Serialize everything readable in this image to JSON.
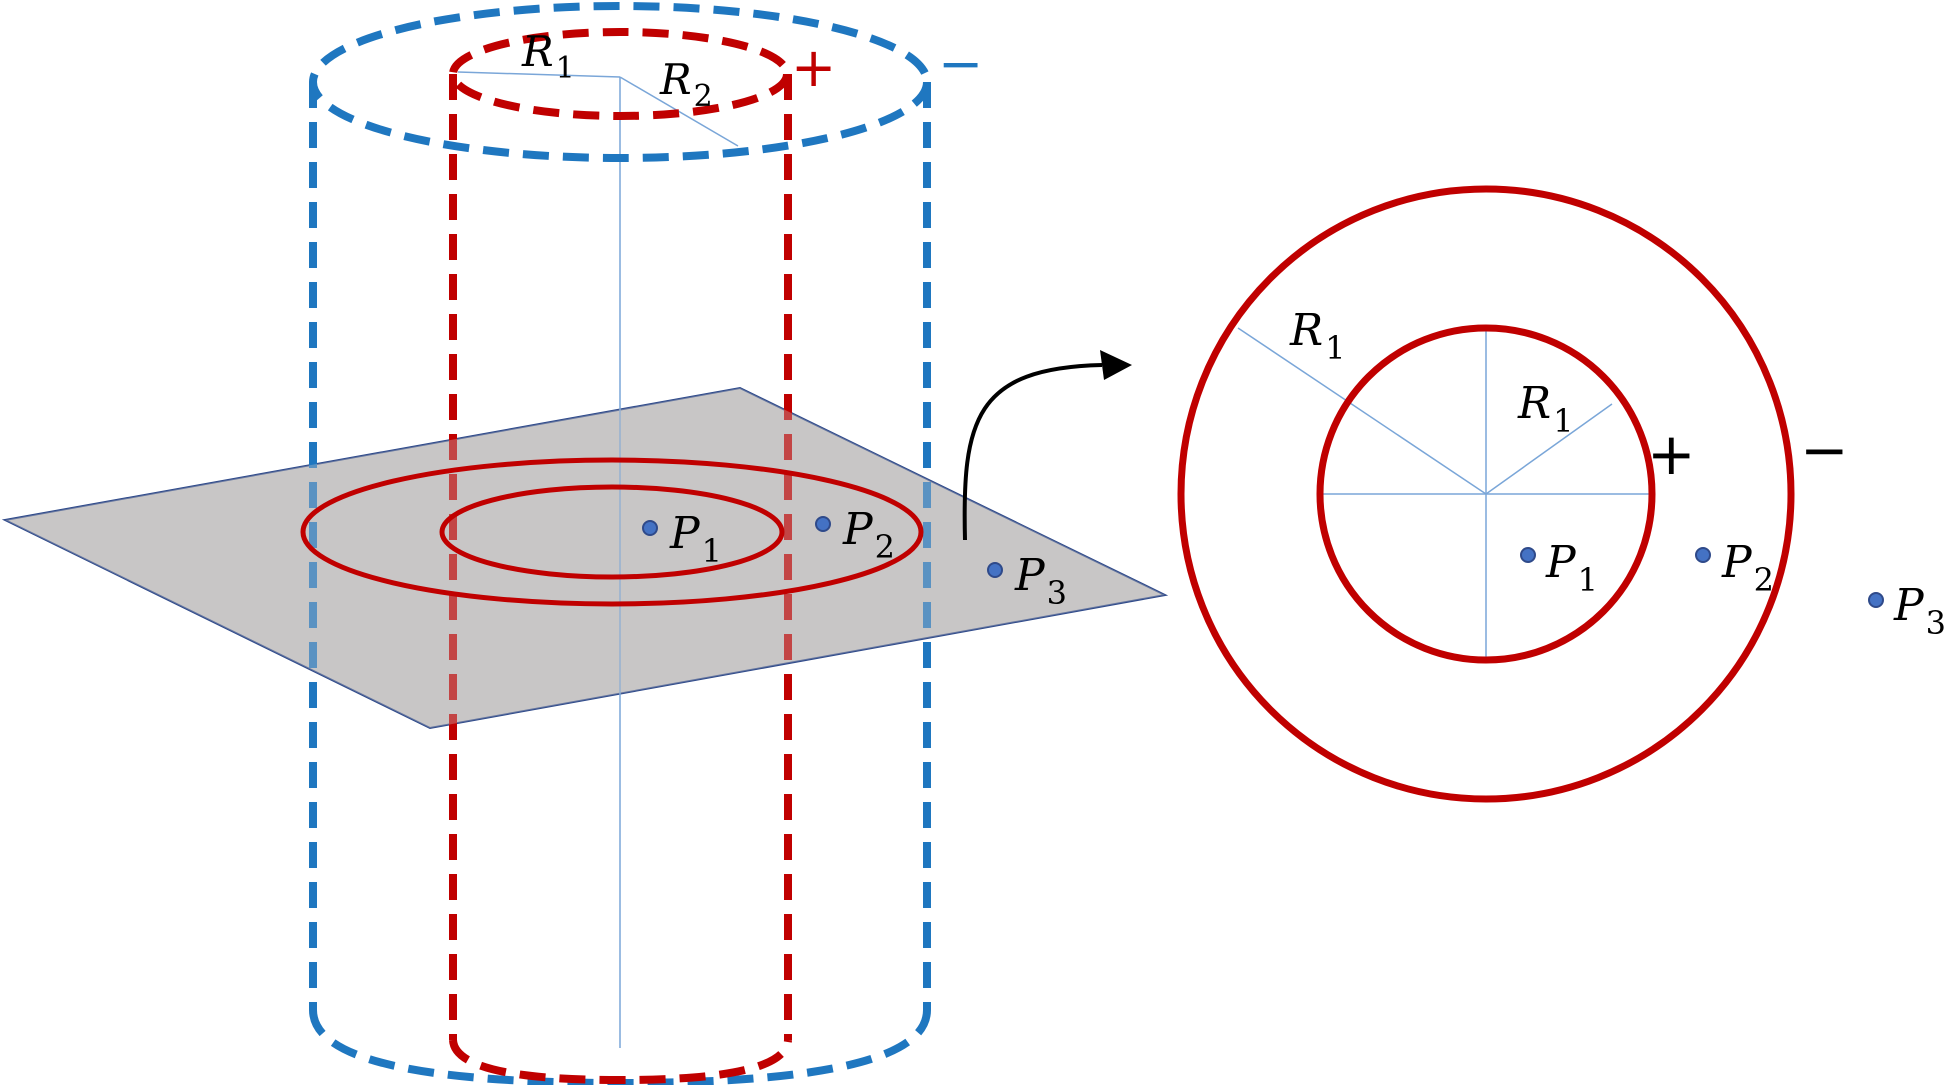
{
  "labels": {
    "r1_top": {
      "main": "R",
      "sub": "1"
    },
    "r2_top": {
      "main": "R",
      "sub": "2"
    },
    "plus_top": "+",
    "minus_top": "−",
    "p1_left": {
      "main": "P",
      "sub": "1"
    },
    "p2_left": {
      "main": "P",
      "sub": "2"
    },
    "p3_left": {
      "main": "P",
      "sub": "3"
    },
    "r1_outer_right": {
      "main": "R",
      "sub": "1"
    },
    "r1_inner_right": {
      "main": "R",
      "sub": "1"
    },
    "plus_right": "+",
    "minus_right": "−",
    "p1_right": {
      "main": "P",
      "sub": "1"
    },
    "p2_right": {
      "main": "P",
      "sub": "2"
    },
    "p3_right": {
      "main": "P",
      "sub": "3"
    }
  },
  "colors": {
    "inner_cylinder": "#c00000",
    "outer_cylinder": "#1f77c0",
    "axis_line": "#7aa6d8",
    "plane_fill": "#c8c6c6",
    "plane_edge": "#2f4a8a",
    "point_fill": "#4472c4",
    "point_edge": "#2f4a8a",
    "sign_plus": "#c00000",
    "sign_minus": "#1f77c0",
    "arrow": "#000000"
  }
}
